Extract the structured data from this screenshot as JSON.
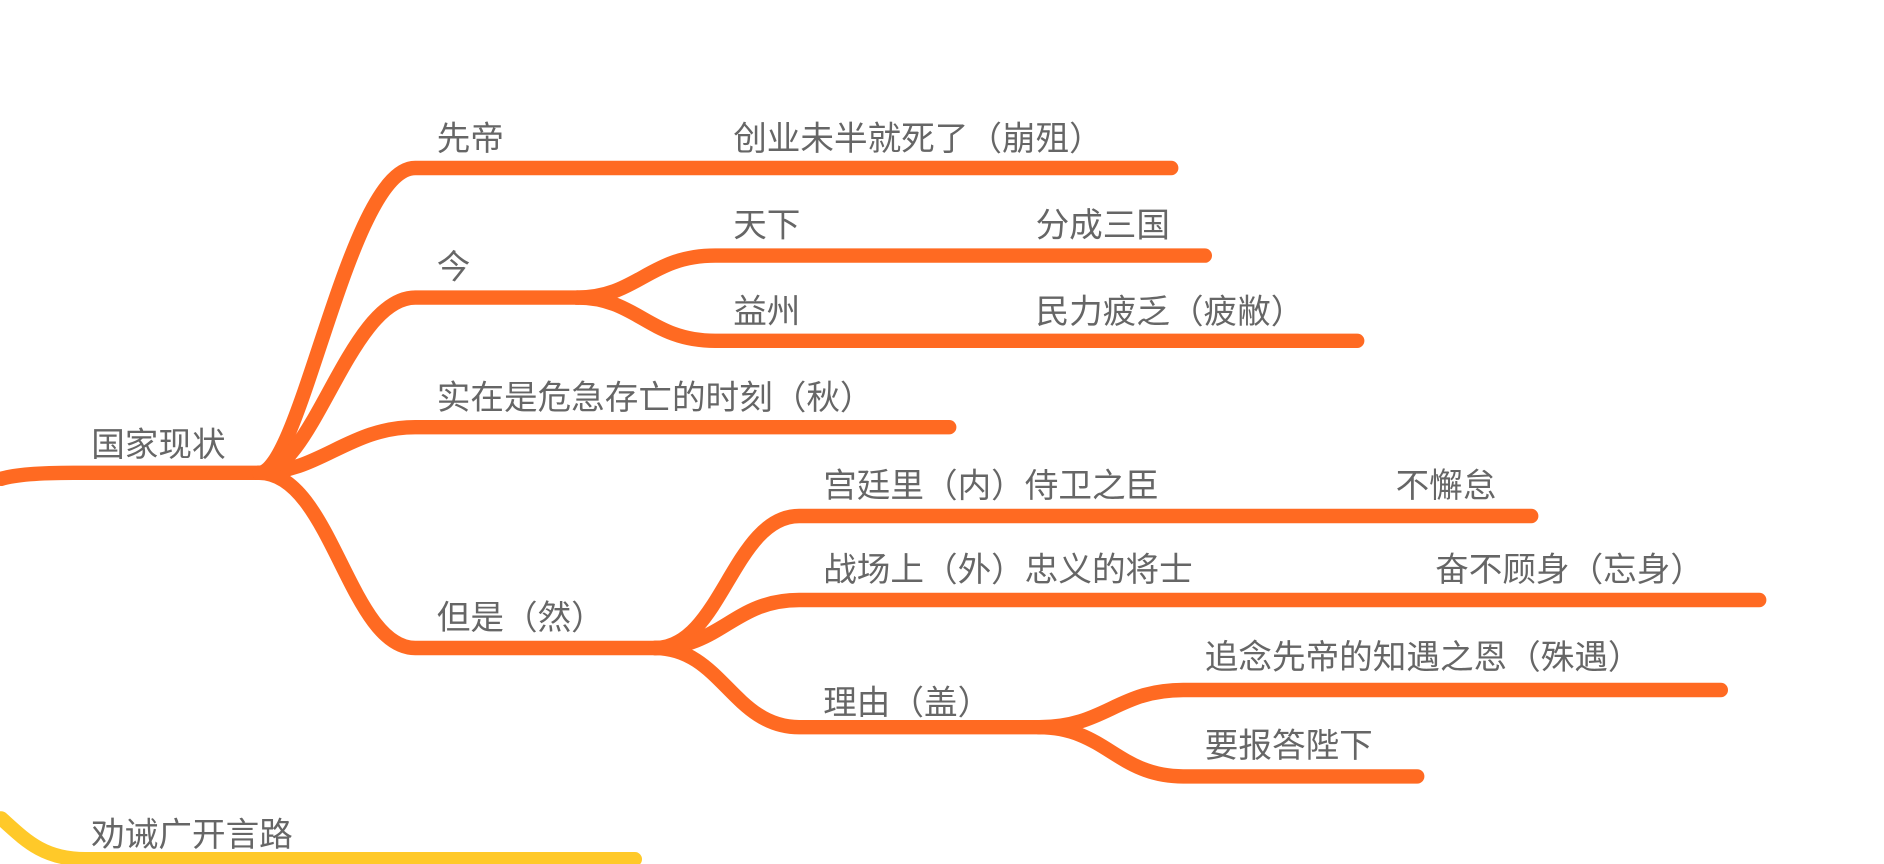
{
  "mindmap": {
    "root_topic": "国家现状",
    "branches": [
      {
        "label": "先帝",
        "children": [
          {
            "label": "创业未半就死了（崩殂）"
          }
        ]
      },
      {
        "label": "今",
        "children": [
          {
            "label": "天下",
            "children": [
              {
                "label": "分成三国"
              }
            ]
          },
          {
            "label": "益州",
            "children": [
              {
                "label": "民力疲乏（疲敝）"
              }
            ]
          }
        ]
      },
      {
        "label": "实在是危急存亡的时刻（秋）"
      },
      {
        "label": "但是（然）",
        "children": [
          {
            "label": "宫廷里（内）侍卫之臣",
            "children": [
              {
                "label": "不懈怠"
              }
            ]
          },
          {
            "label": "战场上（外）忠义的将士",
            "children": [
              {
                "label": "奋不顾身（忘身）"
              }
            ]
          },
          {
            "label": "理由（盖）",
            "children": [
              {
                "label": "追念先帝的知遇之恩（殊遇）"
              },
              {
                "label": "要报答陛下"
              }
            ]
          }
        ]
      }
    ],
    "next_topic": "劝诫广开言路",
    "colors": {
      "branch": "#FF6A22",
      "next_branch": "#FFC929",
      "text": "#666666"
    }
  }
}
